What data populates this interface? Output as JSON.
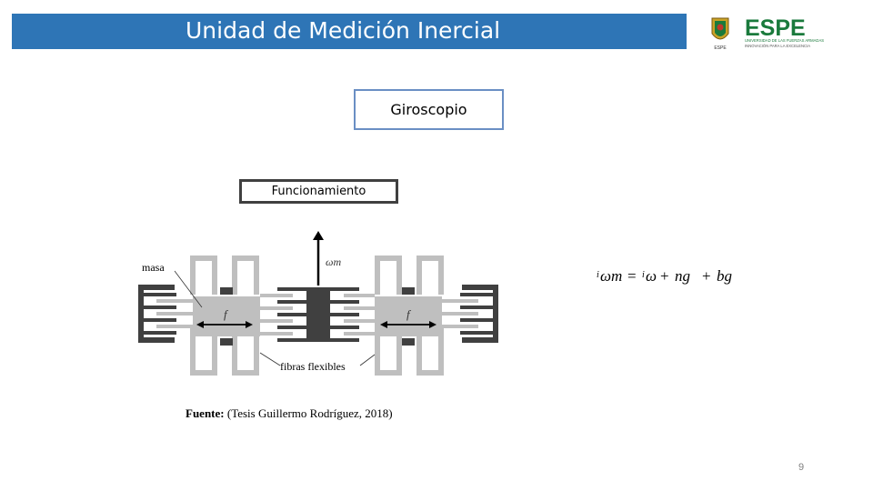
{
  "slide": {
    "title": "Unidad de Medición Inercial",
    "logo_text": "ESPE",
    "logo_subtitle": "UNIVERSIDAD DE LAS FUERZAS ARMADAS",
    "logo_tagline": "INNOVACIÓN PARA LA EXCELENCIA",
    "box_gyroscope": "Giroscopio",
    "box_operation": "Funcionamiento",
    "source_label": "Fuente:",
    "source_text": "(Tesis Guillermo Rodríguez, 2018)",
    "page_number": "9"
  },
  "diagram": {
    "label_mass": "masa",
    "label_omega": "ωm",
    "label_force_left": "f",
    "label_force_right": "f",
    "label_fibers": "fibras flexibles"
  },
  "formula": {
    "lhs": "ωm",
    "rhs_1": "ω",
    "rhs_2": "ng",
    "rhs_3": "bg"
  },
  "colors": {
    "header": "#2e75b6",
    "logo_green": "#1a7a3c",
    "dark_gray": "#404040",
    "light_gray": "#bfbfbf"
  }
}
